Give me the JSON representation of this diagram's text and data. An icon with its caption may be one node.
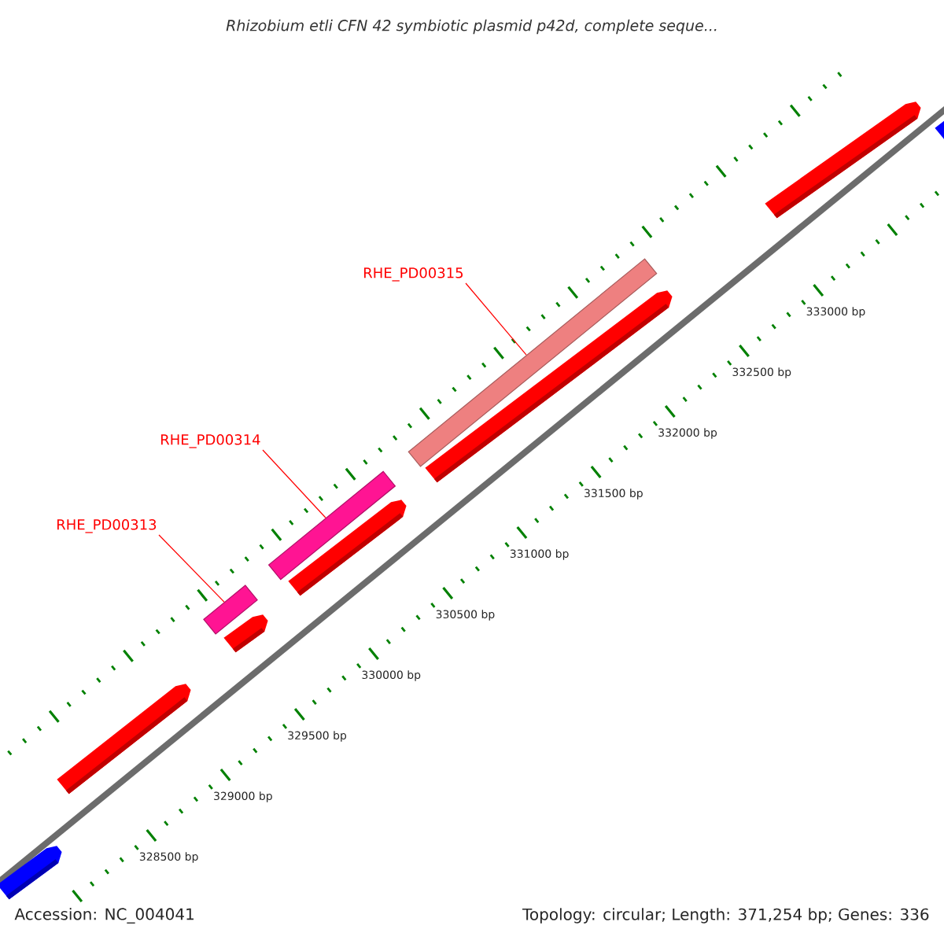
{
  "diagram": {
    "title": "Rhizobium etli CFN 42 symbiotic plasmid p42d, complete seque...",
    "nodes": [
      {
        "text": [
          "RHE_PD00315"
        ]
      },
      {
        "text": [
          "RHE_PD00314"
        ]
      },
      {
        "text": [
          "RHE_PD00313"
        ]
      },
      {
        "text": [],
        "shape": "bar"
      },
      {
        "text": [],
        "shape": "bar"
      },
      {
        "text": [],
        "shape": "bar"
      }
    ],
    "edges": [
      {
        "from": 0,
        "to": 3,
        "arrow": "none"
      },
      {
        "from": 1,
        "to": 4,
        "arrow": "none"
      },
      {
        "from": 2,
        "to": 5,
        "arrow": "none"
      }
    ],
    "labels": [
      "333000 bp",
      "332500 bp",
      "332000 bp",
      "331500 bp",
      "331000 bp",
      "330500 bp",
      "330000 bp",
      "329500 bp",
      "329000 bp",
      "328500 bp",
      "Accession: NC_004041",
      "Topology: circular; Length: 371,254 bp; Genes: 336"
    ]
  }
}
